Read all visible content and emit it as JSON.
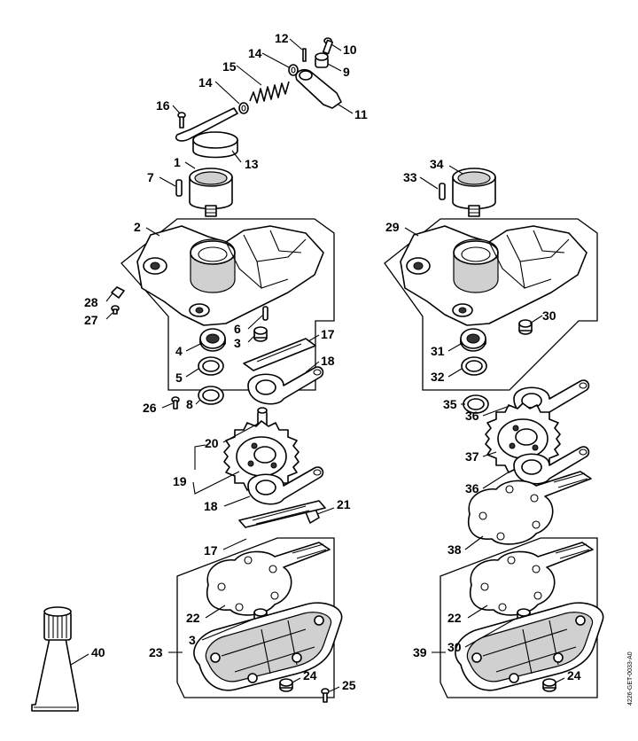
{
  "doc_id": "4226-GET-0033-A0",
  "labels": {
    "l1": "1",
    "l2": "2",
    "l3a": "3",
    "l3b": "3",
    "l4": "4",
    "l5": "5",
    "l6": "6",
    "l7": "7",
    "l8": "8",
    "l9": "9",
    "l10": "10",
    "l11": "11",
    "l12": "12",
    "l13": "13",
    "l14a": "14",
    "l14b": "14",
    "l15": "15",
    "l16": "16",
    "l17a": "17",
    "l17b": "17",
    "l18a": "18",
    "l18b": "18",
    "l19": "19",
    "l20": "20",
    "l21": "21",
    "l22a": "22",
    "l22b": "22",
    "l23": "23",
    "l24a": "24",
    "l24b": "24",
    "l25": "25",
    "l26": "26",
    "l27": "27",
    "l28": "28",
    "l29": "29",
    "l30a": "30",
    "l30b": "30",
    "l31": "31",
    "l32": "32",
    "l33": "33",
    "l34": "34",
    "l35": "35",
    "l36a": "36",
    "l36b": "36",
    "l37": "37",
    "l38": "38",
    "l39": "39",
    "l40": "40"
  }
}
